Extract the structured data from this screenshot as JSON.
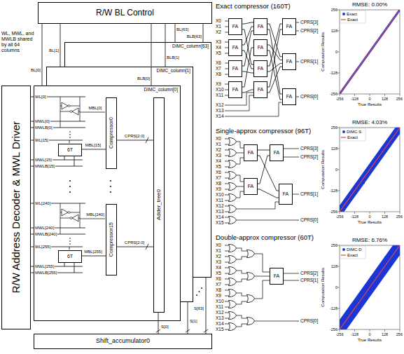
{
  "diagram": {
    "nodes": [
      {
        "text": [
          "R/W BL Control"
        ]
      },
      {
        "text": [
          "R/W Address Decoder & MWL Driver"
        ]
      },
      {
        "text": [
          "DIMC_column[63]"
        ]
      },
      {
        "text": [
          "DIMC_column[1]"
        ]
      },
      {
        "text": [
          "DIMC_column[0]"
        ]
      },
      {
        "text": [
          "6T"
        ],
        "in": 4
      },
      {
        "text": [
          "Compressor0"
        ],
        "in": 4
      },
      {
        "text": [
          "6T"
        ],
        "in": 4
      },
      {
        "text": [
          "Compressor15"
        ],
        "in": 4
      },
      {
        "text": [
          "Adder_tree0"
        ],
        "in": 4
      },
      {
        "text": [
          "Shift_accumulator0"
        ]
      },
      {
        "text": [
          "FA"
        ]
      },
      {
        "text": [
          "FA"
        ]
      },
      {
        "text": [
          "FA"
        ]
      },
      {
        "text": [
          "FA"
        ]
      },
      {
        "text": [
          "FA"
        ]
      },
      {
        "text": [
          "FA"
        ]
      },
      {
        "text": [
          "FA"
        ]
      },
      {
        "text": [
          "FA"
        ]
      },
      {
        "text": [
          "FA"
        ]
      },
      {
        "text": [
          "FA"
        ]
      },
      {
        "text": [
          "FA"
        ]
      },
      {
        "text": [
          "FA"
        ]
      },
      {
        "text": [
          "FA"
        ]
      },
      {
        "text": [
          "FA"
        ]
      },
      {
        "text": [
          "FA"
        ]
      },
      {
        "text": [
          "FA"
        ]
      }
    ],
    "edges": [
      {
        "from": 0,
        "to": 4,
        "label": "BL[0]",
        "arrow": "none"
      },
      {
        "from": 0,
        "to": 4,
        "label": "BLB[0]",
        "arrow": "none"
      },
      {
        "from": 0,
        "to": 3,
        "label": "BL[1]",
        "arrow": "none"
      },
      {
        "from": 0,
        "to": 3,
        "label": "BLB[1]",
        "arrow": "none"
      },
      {
        "from": 0,
        "to": 2,
        "label": "BL[63]",
        "arrow": "none"
      },
      {
        "from": 0,
        "to": 2,
        "label": "BLB[63]",
        "arrow": "none"
      },
      {
        "from": 5,
        "to": 6,
        "label": "MBL[15]",
        "arrow": "none"
      },
      {
        "from": 7,
        "to": 8,
        "label": "MBL[255]",
        "arrow": "none"
      },
      {
        "from": 6,
        "to": 9,
        "label": "CPRS[2:0]",
        "arrow": "none"
      },
      {
        "from": 8,
        "to": 9,
        "label": "CPRS[2:0]",
        "arrow": "none"
      },
      {
        "from": 9,
        "to": 10,
        "label": "S[0]",
        "arrow": "none"
      },
      {
        "from": 3,
        "to": 10,
        "label": "S[1]",
        "arrow": "none"
      },
      {
        "from": 2,
        "to": 10,
        "label": "S[63]",
        "arrow": "none"
      },
      {
        "from": 11,
        "to": 15,
        "arrow": "none"
      },
      {
        "from": 12,
        "to": 15,
        "arrow": "none"
      },
      {
        "from": 13,
        "to": 15,
        "arrow": "none"
      },
      {
        "from": 14,
        "to": 16,
        "arrow": "none"
      },
      {
        "from": 11,
        "to": 17,
        "arrow": "none"
      },
      {
        "from": 12,
        "to": 17,
        "arrow": "none"
      },
      {
        "from": 13,
        "to": 17,
        "arrow": "none"
      },
      {
        "from": 14,
        "to": 18,
        "arrow": "none"
      },
      {
        "from": 17,
        "to": 19,
        "arrow": "none"
      },
      {
        "from": 18,
        "to": 19,
        "arrow": "none"
      },
      {
        "from": 15,
        "to": 20,
        "arrow": "none"
      },
      {
        "from": 16,
        "to": 20,
        "arrow": "none"
      },
      {
        "from": 17,
        "to": 20,
        "arrow": "none"
      },
      {
        "from": 18,
        "to": 20,
        "arrow": "none"
      },
      {
        "from": 15,
        "to": 21,
        "arrow": "none"
      },
      {
        "from": 16,
        "to": 21,
        "arrow": "none"
      },
      {
        "from": 22,
        "to": 24,
        "arrow": "none"
      },
      {
        "from": 23,
        "to": 24,
        "arrow": "none"
      },
      {
        "from": 22,
        "to": 25,
        "arrow": "none"
      },
      {
        "from": 23,
        "to": 25,
        "arrow": "none"
      }
    ],
    "labels": [
      "WL, MWL, and MWLB shared by all 64 columns",
      "WL[0]",
      "MWL[0]",
      "MWLB[0]",
      "WL[15]",
      "MWL[15]",
      "MWLB[15]",
      "WL[240]",
      "MWL[240]",
      "MWLB[240]",
      "WL[255]",
      "MWL[255]",
      "MWLB[255]",
      "MBL[0]",
      "MBL[240]",
      "Exact compressor (160T)",
      "X0",
      "X1",
      "X2",
      "X3",
      "X4",
      "X5",
      "X6",
      "X7",
      "X8",
      "X9",
      "X10",
      "X11",
      "X12",
      "X13",
      "X14",
      "CPRS[3]",
      "CPRS[2]",
      "CPRS[1]",
      "CPRS[0]",
      "Single-approx compressor (96T)",
      "X0",
      "X1",
      "X2",
      "X3",
      "X4",
      "X5",
      "X6",
      "X7",
      "X8",
      "X9",
      "X10",
      "X11",
      "X12",
      "X13",
      "X14",
      "X15",
      "CPRS[3]",
      "CPRS[2]",
      "CPRS[1]",
      "CPRS[0]",
      "Double-approx compressor (60T)",
      "X0",
      "X1",
      "X2",
      "X3",
      "X4",
      "X5",
      "X6",
      "X7",
      "X8",
      "X9",
      "X10",
      "X11",
      "X12",
      "X13",
      "X14",
      "X15",
      "CPRS[2]",
      "CPRS[1]",
      "CPRS[0]",
      "RMSE: 0.00%",
      "256",
      "128",
      "0",
      "-128",
      "-256",
      "-256",
      "-128",
      "0",
      "128",
      "256",
      "Computation Results",
      "True Results",
      "RMSE: 4.03%",
      "256",
      "128",
      "0",
      "-128",
      "-256",
      "-256",
      "-128",
      "0",
      "128",
      "256",
      "Computation Results",
      "True Results",
      "RMSE: 6.76%",
      "256",
      "128",
      "0",
      "-128",
      "-256",
      "-256",
      "-128",
      "0",
      "128",
      "256",
      "Computation Results",
      "True Results"
    ],
    "legend": [
      {
        "text": "Exact",
        "color": "#1b36d6"
      },
      {
        "text": "Exact"
      },
      {
        "text": "DIMC-S",
        "color": "#1b36d6"
      },
      {
        "text": "Exact"
      },
      {
        "text": "DIMC-D",
        "color": "#1b36d6"
      },
      {
        "text": "Exact"
      }
    ]
  }
}
